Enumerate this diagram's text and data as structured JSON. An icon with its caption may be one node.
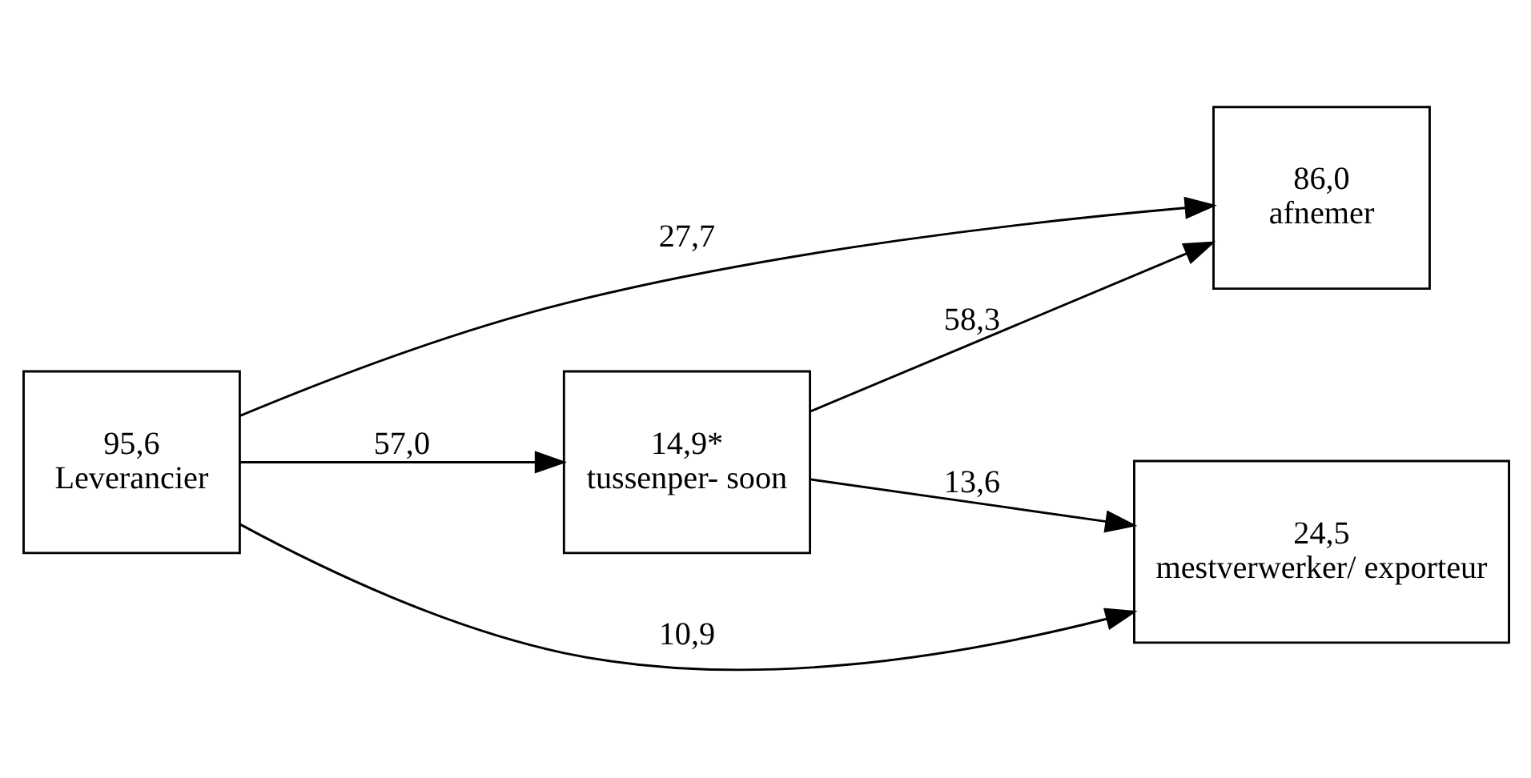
{
  "diagram": {
    "nodes": [
      {
        "text": [
          "95,6",
          "Leverancier"
        ]
      },
      {
        "text": [
          "86,0",
          "afnemer"
        ]
      },
      {
        "text": [
          "14,9*",
          "tussenper- soon"
        ]
      },
      {
        "text": [
          "24,5",
          "mestverwerker/ exporteur"
        ]
      }
    ],
    "edges": [
      {
        "from": 0,
        "to": 1,
        "arrow": "to",
        "label": "27,7"
      },
      {
        "from": 0,
        "to": 3,
        "arrow": "to",
        "label": "10,9"
      },
      {
        "from": 0,
        "to": 2,
        "arrow": "to",
        "label": "57,0"
      },
      {
        "from": 2,
        "to": 1,
        "arrow": "to",
        "label": "58,3"
      },
      {
        "from": 2,
        "to": 3,
        "arrow": "to",
        "label": "13,6"
      }
    ]
  }
}
